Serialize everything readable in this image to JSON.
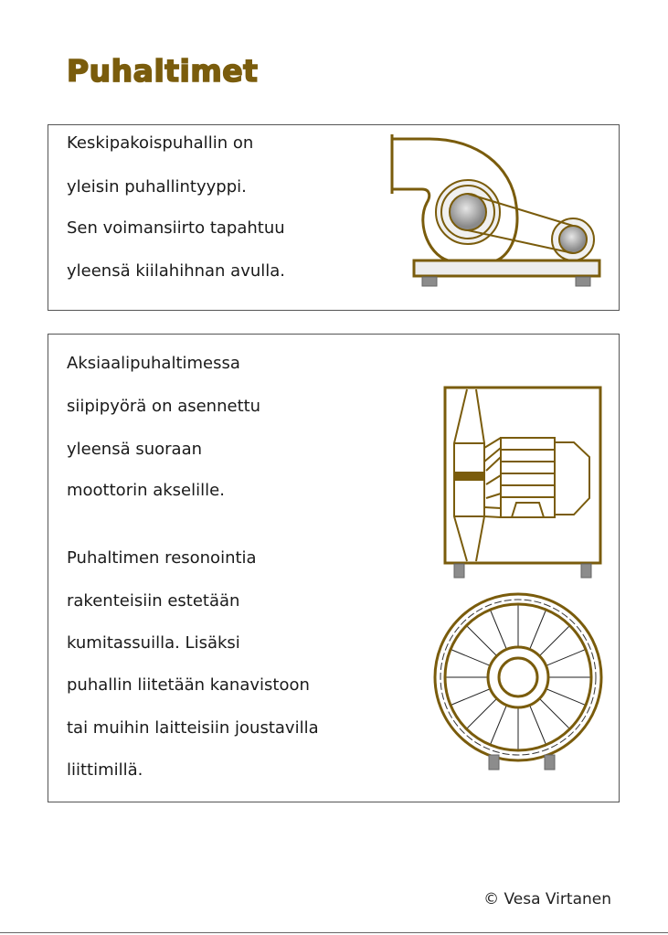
{
  "title": "Puhaltimet",
  "section1": {
    "lines": [
      "Keskipakoispuhallin on",
      "yleisin puhallintyyppi.",
      "Sen voimansiirto tapahtuu",
      "yleensä kiilahihnan avulla."
    ]
  },
  "section2": {
    "lines": [
      "Aksiaalipuhaltimessa",
      "siipipyörä on asennettu",
      "yleensä suoraan",
      "moottorin akselille.",
      "Puhaltimen resonointia",
      "rakenteisiin estetään",
      "kumitassuilla. Lisäksi",
      "puhallin liitetään kanavistoon",
      "tai muihin laitteisiin joustavilla",
      "liittimillä."
    ]
  },
  "footer": "© Vesa Virtanen",
  "colors": {
    "accent": "#7a5c0c",
    "border": "#555555",
    "foot": "#8c8c8c"
  }
}
